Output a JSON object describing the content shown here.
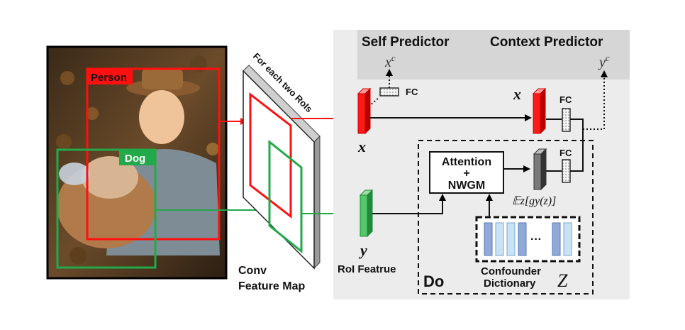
{
  "labels": {
    "person": "Person",
    "dog": "Dog",
    "for_each": "For each two RoIs",
    "conv_line1": "Conv",
    "conv_line2": "Feature Map",
    "self_predictor": "Self Predictor",
    "context_predictor": "Context Predictor",
    "xc": "x",
    "xc_sup": "c",
    "yc": "y",
    "yc_sup": "c",
    "fc_self": "FC",
    "fc_ctx_top": "FC",
    "fc_ctx_bottom": "FC",
    "x_self": "x",
    "x_ctx": "x",
    "y_roi": "y",
    "roi_feature": "RoI Featrue",
    "attention": "Attention",
    "plus": "+",
    "nwgm": "NWGM",
    "expectation": "𝔼z[gy(z)]",
    "confounder_line1": "Confounder",
    "confounder_line2": "Dictionary",
    "z": "Z",
    "dict_dots": "···",
    "do": "Do"
  },
  "colors": {
    "person": "#ff1010",
    "dog": "#22a94a",
    "panel": "#ececec",
    "panel_top": "#d6d6d6",
    "dict_bar_a": "#8fa9d8",
    "dict_bar_b": "#c9e3f5"
  }
}
